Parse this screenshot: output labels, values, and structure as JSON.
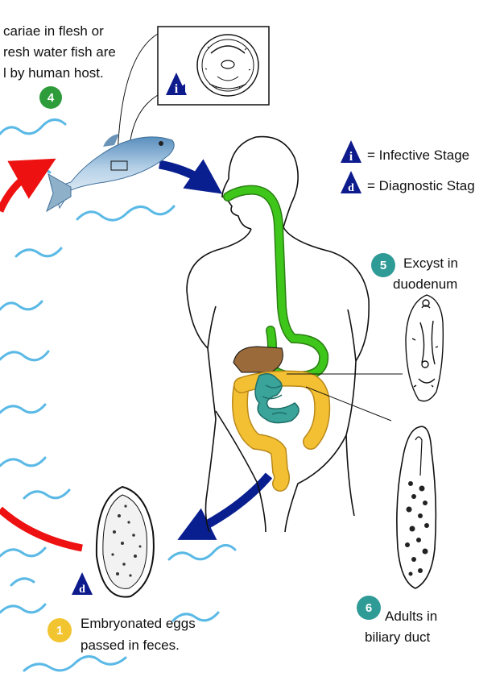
{
  "colors": {
    "ink": "#111111",
    "water": "#5bb9e6",
    "red_arrow": "#ee1111",
    "blue_arrow": "#0a1f8f",
    "gi_green": "#3ec61b",
    "liver_brown": "#9b6a3a",
    "colon_yellow": "#f4c033",
    "intestine_teal": "#3aa39a",
    "marker_navy": "#0d1b8c",
    "stage_teal": "#2f9b96",
    "stage_green": "#2e9c3a",
    "stage_yellow": "#f2c430"
  },
  "stage1": {
    "number": "1",
    "lines": [
      "Embryonated eggs",
      "passed in feces."
    ]
  },
  "stage4": {
    "number": "4",
    "lines": [
      "cariae in flesh or",
      "resh water fish are",
      "l by human host."
    ]
  },
  "stage5": {
    "number": "5",
    "lines": [
      "Excyst in",
      "duodenum"
    ]
  },
  "stage6": {
    "number": "6",
    "lines": [
      "Adults in",
      "biliary duct"
    ]
  },
  "legend": {
    "infective_symbol": "i",
    "infective_label": "= Infective Stage",
    "diagnostic_symbol": "d",
    "diagnostic_label": "= Diagnostic Stag"
  },
  "markers": {
    "inset_marker": "i",
    "egg_marker": "d"
  },
  "icons": [
    "fish-icon",
    "human-body-icon",
    "egg-icon",
    "metacercaria-icon",
    "excysted-larva-icon",
    "adult-fluke-icon",
    "water-wave-icon"
  ]
}
